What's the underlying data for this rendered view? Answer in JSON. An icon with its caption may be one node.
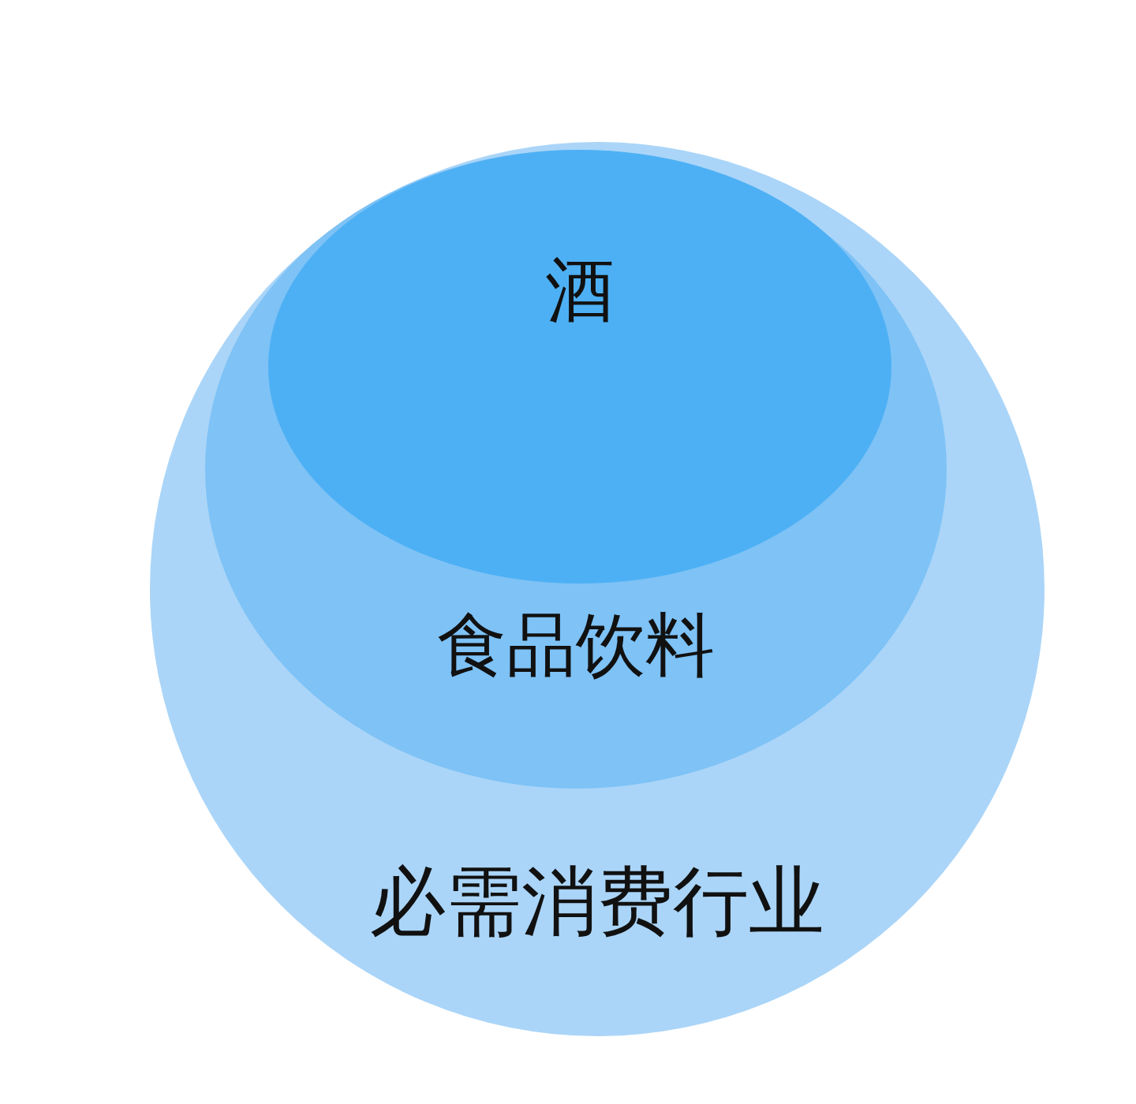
{
  "diagram": {
    "nodes": [
      {
        "text": [
          "必需消费行业"
        ]
      },
      {
        "text": [
          "食品饮料"
        ],
        "in": 0
      },
      {
        "text": [
          "酒"
        ],
        "in": 1
      }
    ]
  }
}
